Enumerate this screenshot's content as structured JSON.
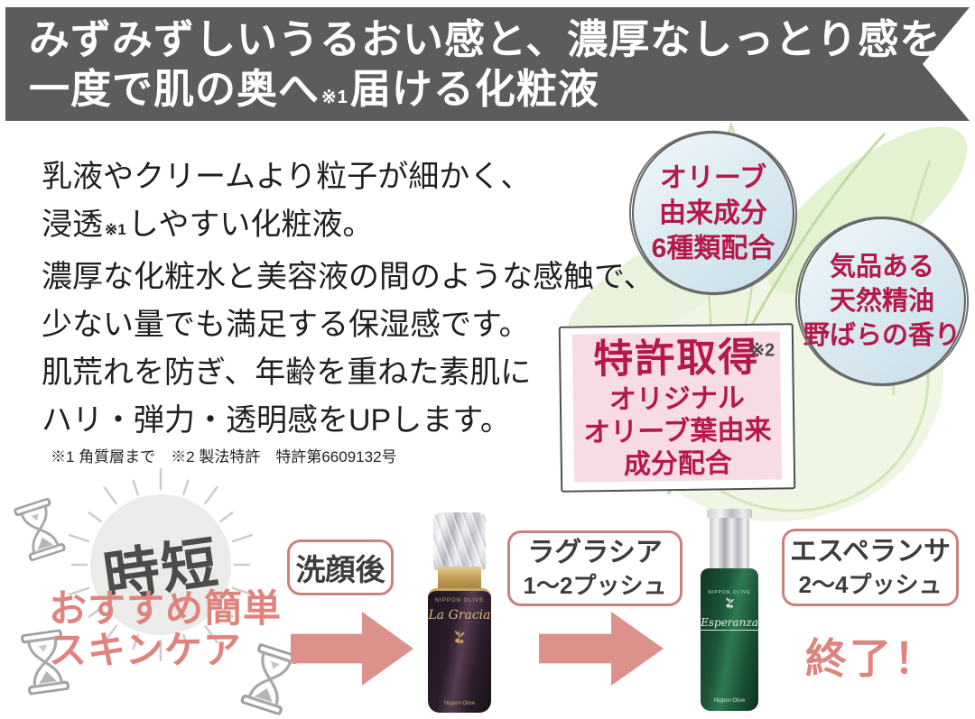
{
  "banner": {
    "line1": "みずみずしいうるおい感と、濃厚なしっとり感を",
    "line2_before": "一度で肌の奥へ",
    "line2_note": "※1",
    "line2_after": "届ける化粧液"
  },
  "intro": {
    "line1": "乳液やクリームより粒子が細かく、",
    "line2_before": "浸透",
    "line2_note": "※1",
    "line2_after": "しやすい化粧液。",
    "line3": "濃厚な化粧水と美容液の間のような感触で、",
    "line4": "少ない量でも満足する保湿感です。",
    "line5": "肌荒れを防ぎ、年齢を重ねた素肌に",
    "line6": "ハリ・弾力・透明感をUPします。"
  },
  "footnote": "※1 角質層まで　※2 製法特許　特許第6609132号",
  "badges": {
    "olive": {
      "line1": "オリーブ",
      "line2": "由来成分",
      "line3": "6種類配合"
    },
    "scent": {
      "line1": "気品ある",
      "line2": "天然精油",
      "line3": "野ばらの香り"
    }
  },
  "patent": {
    "title": "特許取得",
    "note": "※2",
    "line1": "オリジナル",
    "line2": "オリーブ葉由来",
    "line3": "成分配合"
  },
  "routine": {
    "badge": "時短",
    "subtitle_line1": "おすすめ簡単",
    "subtitle_line2": "スキンケア",
    "step1": "洗顔後",
    "step2_line1": "ラグラシア",
    "step2_line2": "1～2プッシュ",
    "step3_line1": "エスペランサ",
    "step3_line2": "2～4プッシュ",
    "done": "終了！"
  },
  "products": {
    "lagracia": {
      "brand": "NIPPON OLIVE",
      "name": "La Gracia",
      "maker": "Nippon Olive"
    },
    "esperanza": {
      "brand": "NIPPON OLIVE",
      "name": "Esperanza",
      "maker": "Nippon Olive"
    }
  },
  "icons": {
    "hourglass": "hourglass-icon",
    "burst": "sunburst-icon",
    "arrow": "arrow-right-icon",
    "olive_sprig": "olive-branch-icon"
  },
  "colors": {
    "banner_gray": "#5d5b5b",
    "crimson": "#b5184a",
    "salmon_arrow": "#dd918b",
    "salmon_text": "#e0837d",
    "box_border": "#c9827d",
    "pink_fill": "#f8dce3",
    "circle_fill": "#d8e7f0",
    "leaf_green": "#e3f0d1"
  }
}
